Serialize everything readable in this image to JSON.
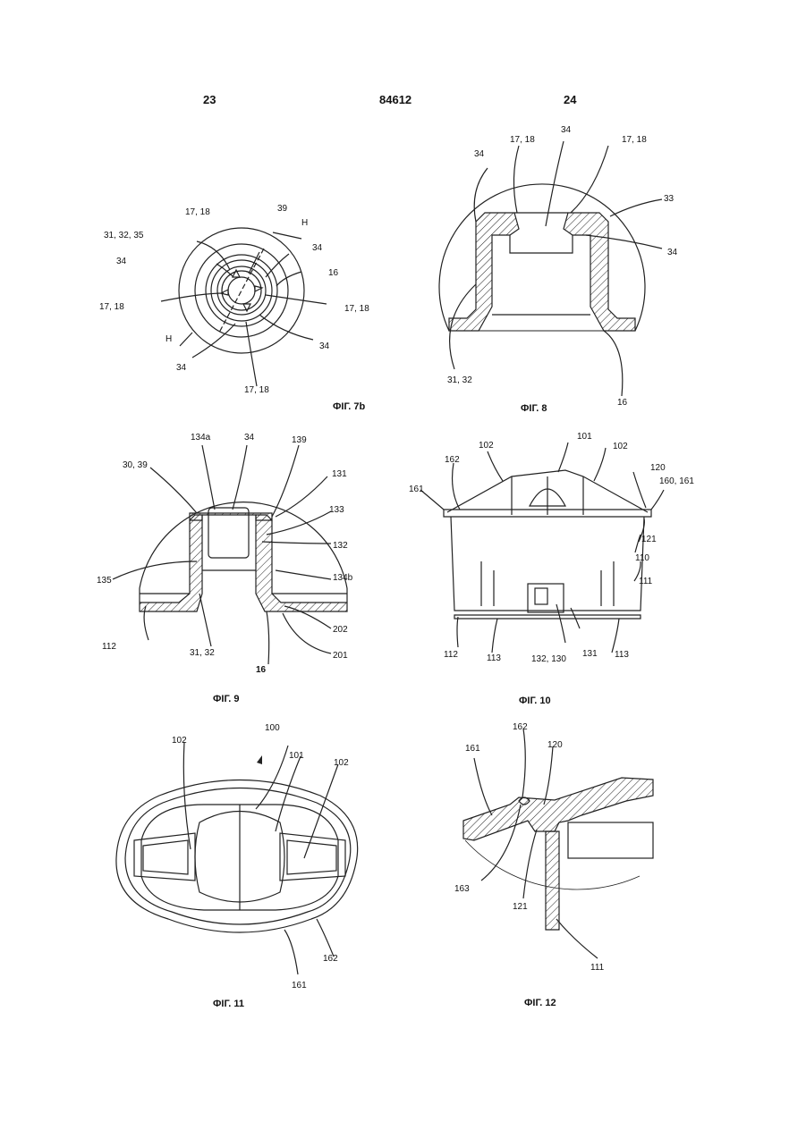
{
  "header": {
    "left_page": "23",
    "doc_number": "84612",
    "right_page": "24"
  },
  "fig7b": {
    "caption": "ФIГ. 7b",
    "labels": {
      "a": "17, 18",
      "b": "39",
      "c": "H",
      "d": "31, 32, 35",
      "e": "34",
      "f": "34",
      "g": "16",
      "h": "17, 18",
      "i": "17, 18",
      "j": "H",
      "k": "34",
      "l": "34",
      "m": "17, 18"
    }
  },
  "fig8": {
    "caption": "ФIГ. 8",
    "labels": {
      "a": "17, 18",
      "b": "34",
      "c": "17, 18",
      "d": "34",
      "e": "33",
      "f": "34",
      "g": "31, 32",
      "h": "16"
    }
  },
  "fig9": {
    "caption": "ФIГ. 9",
    "labels": {
      "a": "134a",
      "b": "34",
      "c": "139",
      "d": "30, 39",
      "e": "131",
      "f": "133",
      "g": "132",
      "h": "135",
      "i": "134b",
      "j": "202",
      "k": "112",
      "l": "31, 32",
      "m": "16",
      "n": "201"
    }
  },
  "fig10": {
    "caption": "ФIГ. 10",
    "labels": {
      "a": "101",
      "b": "102",
      "c": "102",
      "d": "162",
      "e": "120",
      "f": "161",
      "g": "160, 161",
      "h": "121",
      "i": "110",
      "j": "111",
      "k": "112",
      "l": "113",
      "m": "132, 130",
      "n": "131",
      "o": "113"
    }
  },
  "fig11": {
    "caption": "ФIГ. 11",
    "labels": {
      "a": "100",
      "b": "102",
      "c": "101",
      "d": "102",
      "e": "162",
      "f": "161"
    }
  },
  "fig12": {
    "caption": "ФIГ. 12",
    "labels": {
      "a": "162",
      "b": "161",
      "c": "120",
      "d": "163",
      "e": "121",
      "f": "111"
    }
  }
}
